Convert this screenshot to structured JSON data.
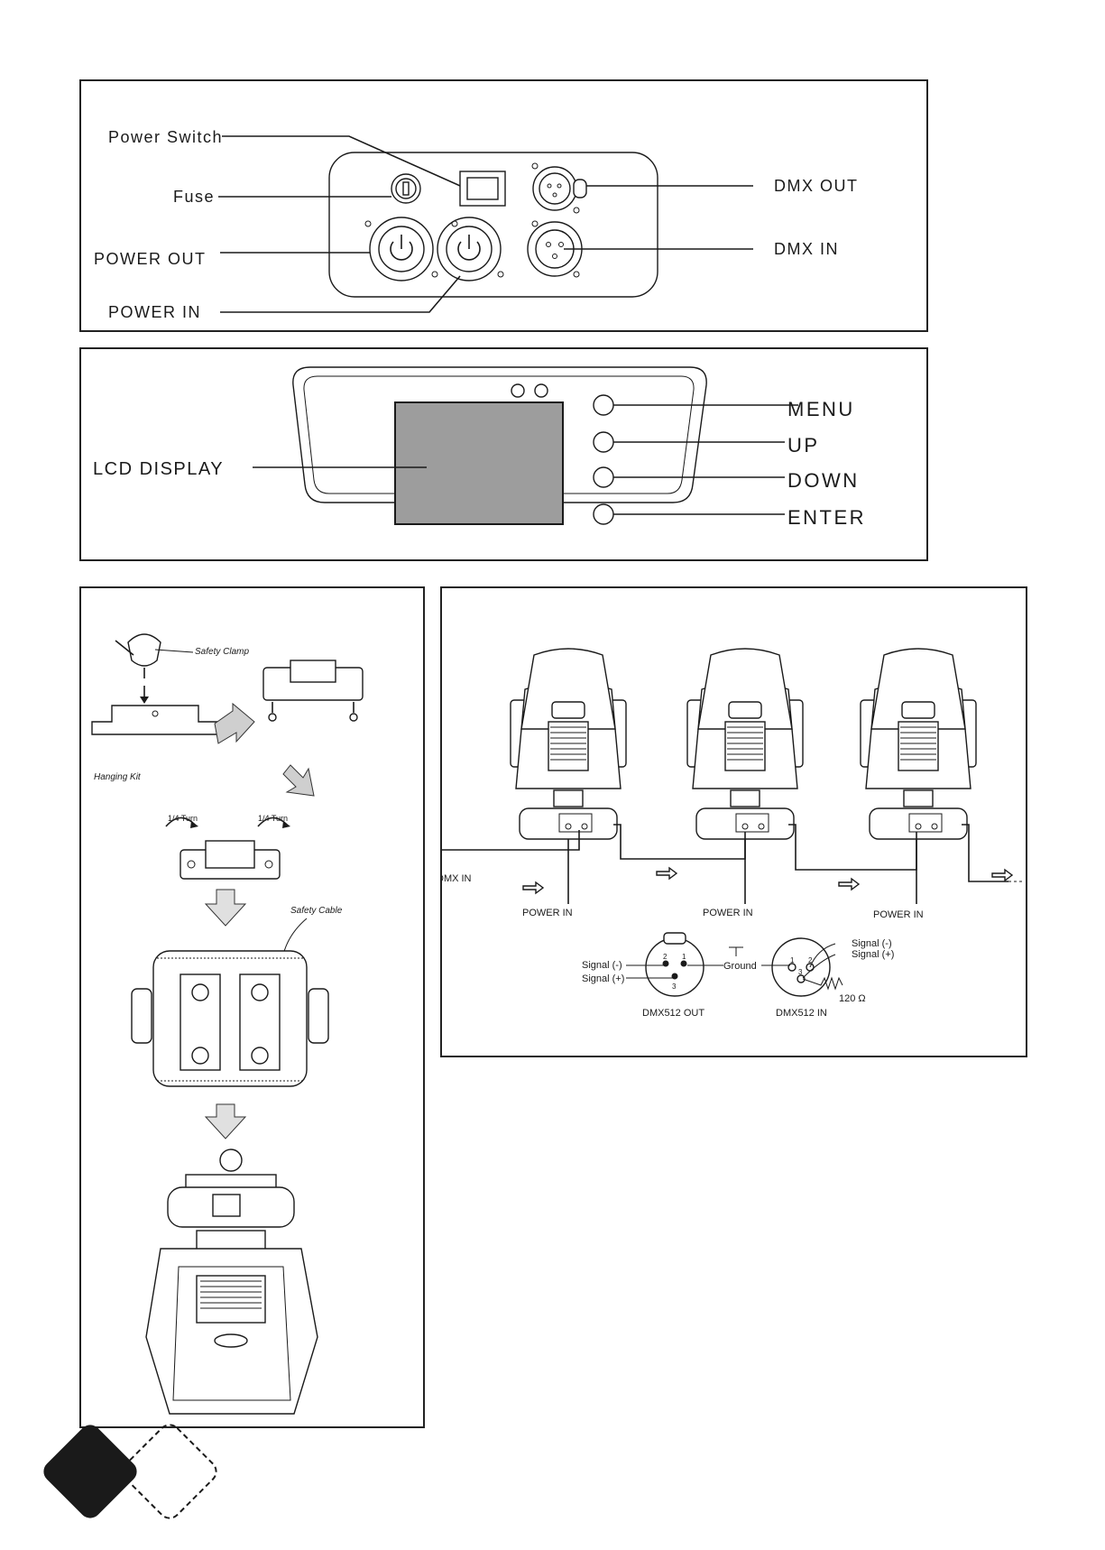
{
  "rear_panel": {
    "power_switch": "Power Switch",
    "fuse": "Fuse",
    "power_out": "POWER OUT",
    "power_in": "POWER IN",
    "dmx_out": "DMX OUT",
    "dmx_in": "DMX IN"
  },
  "control_panel": {
    "lcd_display": "LCD DISPLAY",
    "menu": "MENU",
    "up": "UP",
    "down": "DOWN",
    "enter": "ENTER"
  },
  "rigging": {
    "safety_clamp": "Safety Clamp",
    "hanging_kit": "Hanging Kit",
    "quarter_turn_left": "1/4 Turn",
    "quarter_turn_right": "1/4 Turn",
    "safety_cable": "Safety  Cable"
  },
  "dmx_wiring": {
    "dmx_in": "DMX  IN",
    "power_in_1": "POWER IN",
    "power_in_2": "POWER IN",
    "power_in_3": "POWER IN",
    "signal_minus_out": "Signal (-)",
    "signal_plus_out": "Signal (+)",
    "ground": "Ground",
    "signal_minus_in": "Signal (-)",
    "signal_plus_in": "Signal (+)",
    "pin_2_out": "2",
    "pin_1_out": "1",
    "pin_3_out": "3",
    "pin_1_in": "1",
    "pin_2_in": "2",
    "pin_3_in": "3",
    "resistor": "120 Ω",
    "dmx512_out": "DMX512 OUT",
    "dmx512_in": "DMX512 IN"
  }
}
